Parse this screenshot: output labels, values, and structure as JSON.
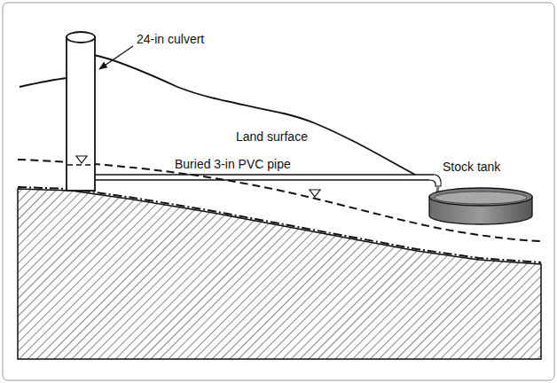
{
  "diagram": {
    "labels": [
      "24-in culvert",
      "Land surface",
      "Buried 3-in PVC pipe",
      "Stock tank"
    ]
  }
}
